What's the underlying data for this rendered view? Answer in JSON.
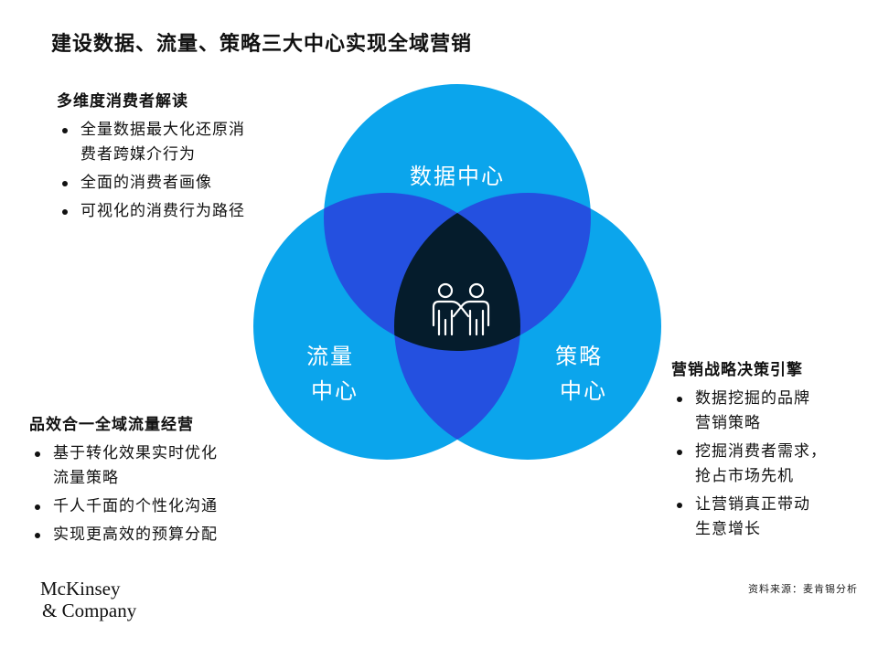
{
  "title": "建设数据、流量、策略三大中心实现全域营销",
  "venn": {
    "data_center": "数据中心",
    "traffic_center": [
      "流量",
      "中心"
    ],
    "strategy_center": [
      "策略",
      "中心"
    ]
  },
  "blocks": {
    "consumer": {
      "heading": "多维度消费者解读",
      "items": [
        [
          "全量数据最大化还原消",
          "费者跨媒介行为"
        ],
        [
          "全面的消费者画像"
        ],
        [
          "可视化的消费行为路径"
        ]
      ]
    },
    "traffic": {
      "heading": "品效合一全域流量经营",
      "items": [
        [
          "基于转化效果实时优化",
          "流量策略"
        ],
        [
          "千人千面的个性化沟通"
        ],
        [
          "实现更高效的预算分配"
        ]
      ]
    },
    "strategy": {
      "heading": "营销战略决策引擎",
      "items": [
        [
          "数据挖掘的品牌",
          "营销策略"
        ],
        [
          "挖掘消费者需求，",
          "抢占市场先机"
        ],
        [
          "让营销真正带动",
          "生意增长"
        ]
      ]
    }
  },
  "logo": {
    "line1": "McKinsey",
    "line2": "& Company"
  },
  "source": "资料来源：麦肯锡分析",
  "colors": {
    "circle": "#0ba5ec",
    "pair_overlap": "#2450e0",
    "center_overlap": "#051c2c",
    "icon": "#ffffff"
  },
  "icons": {
    "center": "people-icon"
  }
}
